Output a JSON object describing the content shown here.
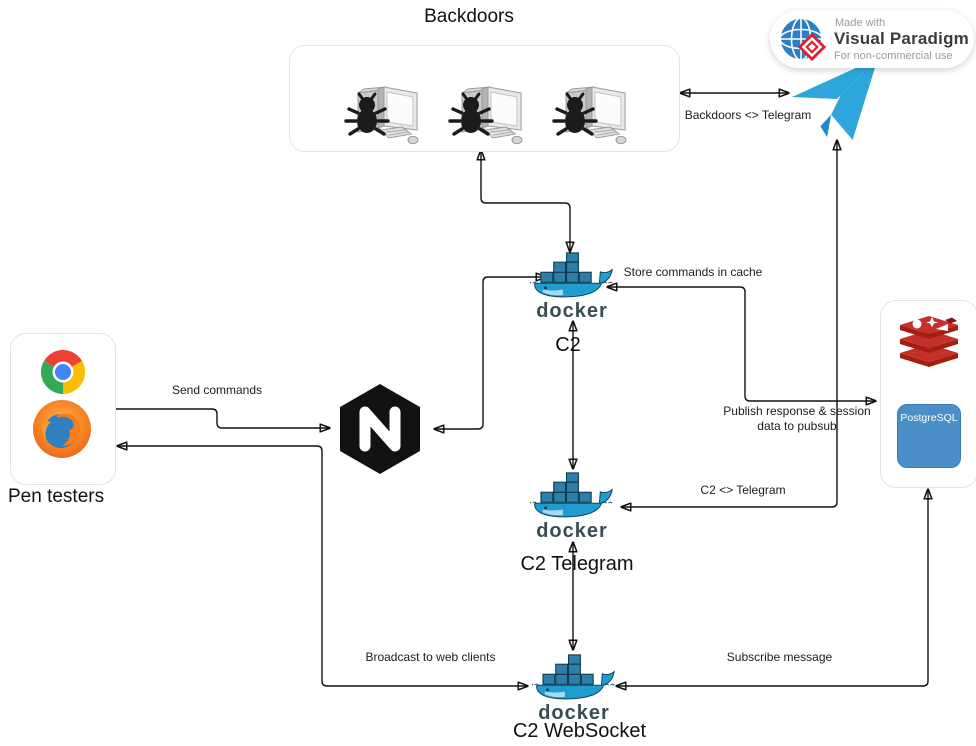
{
  "watermark": {
    "made_with": "Made with",
    "brand": "Visual Paradigm",
    "license": "For non-commercial use"
  },
  "nodes": {
    "backdoors": {
      "label": "Backdoors",
      "icon": "hacked-computer-icon",
      "icon_count": 3
    },
    "pen_testers": {
      "label": "Pen testers",
      "icons": [
        "chrome-icon",
        "firefox-icon"
      ]
    },
    "nginx": {
      "icon": "nginx-icon"
    },
    "telegram": {
      "icon": "telegram-icon"
    },
    "c2": {
      "label": "C2",
      "icon": "docker-icon",
      "wordmark": "docker"
    },
    "c2_telegram": {
      "label": "C2 Telegram",
      "icon": "docker-icon",
      "wordmark": "docker"
    },
    "c2_websocket": {
      "label": "C2 WebSocket",
      "icon": "docker-icon",
      "wordmark": "docker"
    },
    "datastore": {
      "icons": [
        "redis-icon",
        "postgresql-icon"
      ],
      "postgresql_label": "PostgreSQL"
    }
  },
  "edges": {
    "backdoors_telegram": {
      "label": "Backdoors <> Telegram"
    },
    "send_commands": {
      "label": "Send commands"
    },
    "store_commands": {
      "label": "Store commands in cache"
    },
    "publish_pubsub": {
      "label": "Publish response & session data to pubsub"
    },
    "c2_telegram": {
      "label": "C2 <> Telegram"
    },
    "broadcast": {
      "label": "Broadcast to web clients"
    },
    "subscribe": {
      "label": "Subscribe message"
    }
  },
  "colors": {
    "line": "#111111",
    "box_border": "#e3e3e3",
    "docker_blue": "#1f9cd1",
    "docker_dark": "#394d54",
    "nginx_black": "#121212",
    "telegram_blue": "#2ea6dc",
    "redis_red": "#c6302b",
    "redis_dark": "#a41e11",
    "postgres_blue": "#4a8fc7",
    "chrome_red": "#ea4335",
    "chrome_yellow": "#fbbc05",
    "chrome_green": "#34a853",
    "chrome_blue": "#4285f4",
    "firefox_orange": "#f57c20",
    "vp_red": "#d9232e",
    "vp_globe": "#2d7ec3"
  }
}
